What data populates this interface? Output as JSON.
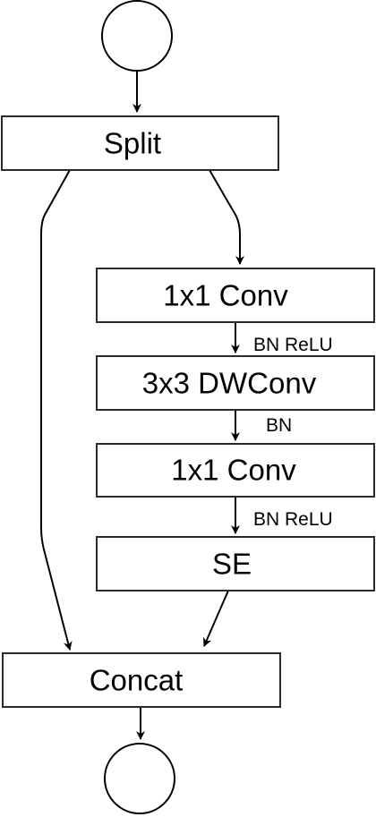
{
  "nodes": {
    "input": {
      "shape": "circle"
    },
    "split": {
      "label": "Split"
    },
    "conv1": {
      "label": "1x1 Conv"
    },
    "dwconv": {
      "label": "3x3 DWConv"
    },
    "conv2": {
      "label": "1x1 Conv"
    },
    "se": {
      "label": "SE"
    },
    "concat": {
      "label": "Concat"
    },
    "output": {
      "shape": "circle"
    }
  },
  "edge_labels": {
    "conv1_to_dwconv": "BN ReLU",
    "dwconv_to_conv2": "BN",
    "conv2_to_se": "BN ReLU"
  },
  "edges": [
    {
      "from": "input",
      "to": "split"
    },
    {
      "from": "split",
      "to": "concat",
      "branch": "left"
    },
    {
      "from": "split",
      "to": "conv1",
      "branch": "right"
    },
    {
      "from": "conv1",
      "to": "dwconv"
    },
    {
      "from": "dwconv",
      "to": "conv2"
    },
    {
      "from": "conv2",
      "to": "se"
    },
    {
      "from": "se",
      "to": "concat"
    },
    {
      "from": "concat",
      "to": "output"
    }
  ],
  "colors": {
    "stroke": "#000000",
    "box_stroke": "#2b2b2b",
    "background": "#ffffff"
  }
}
